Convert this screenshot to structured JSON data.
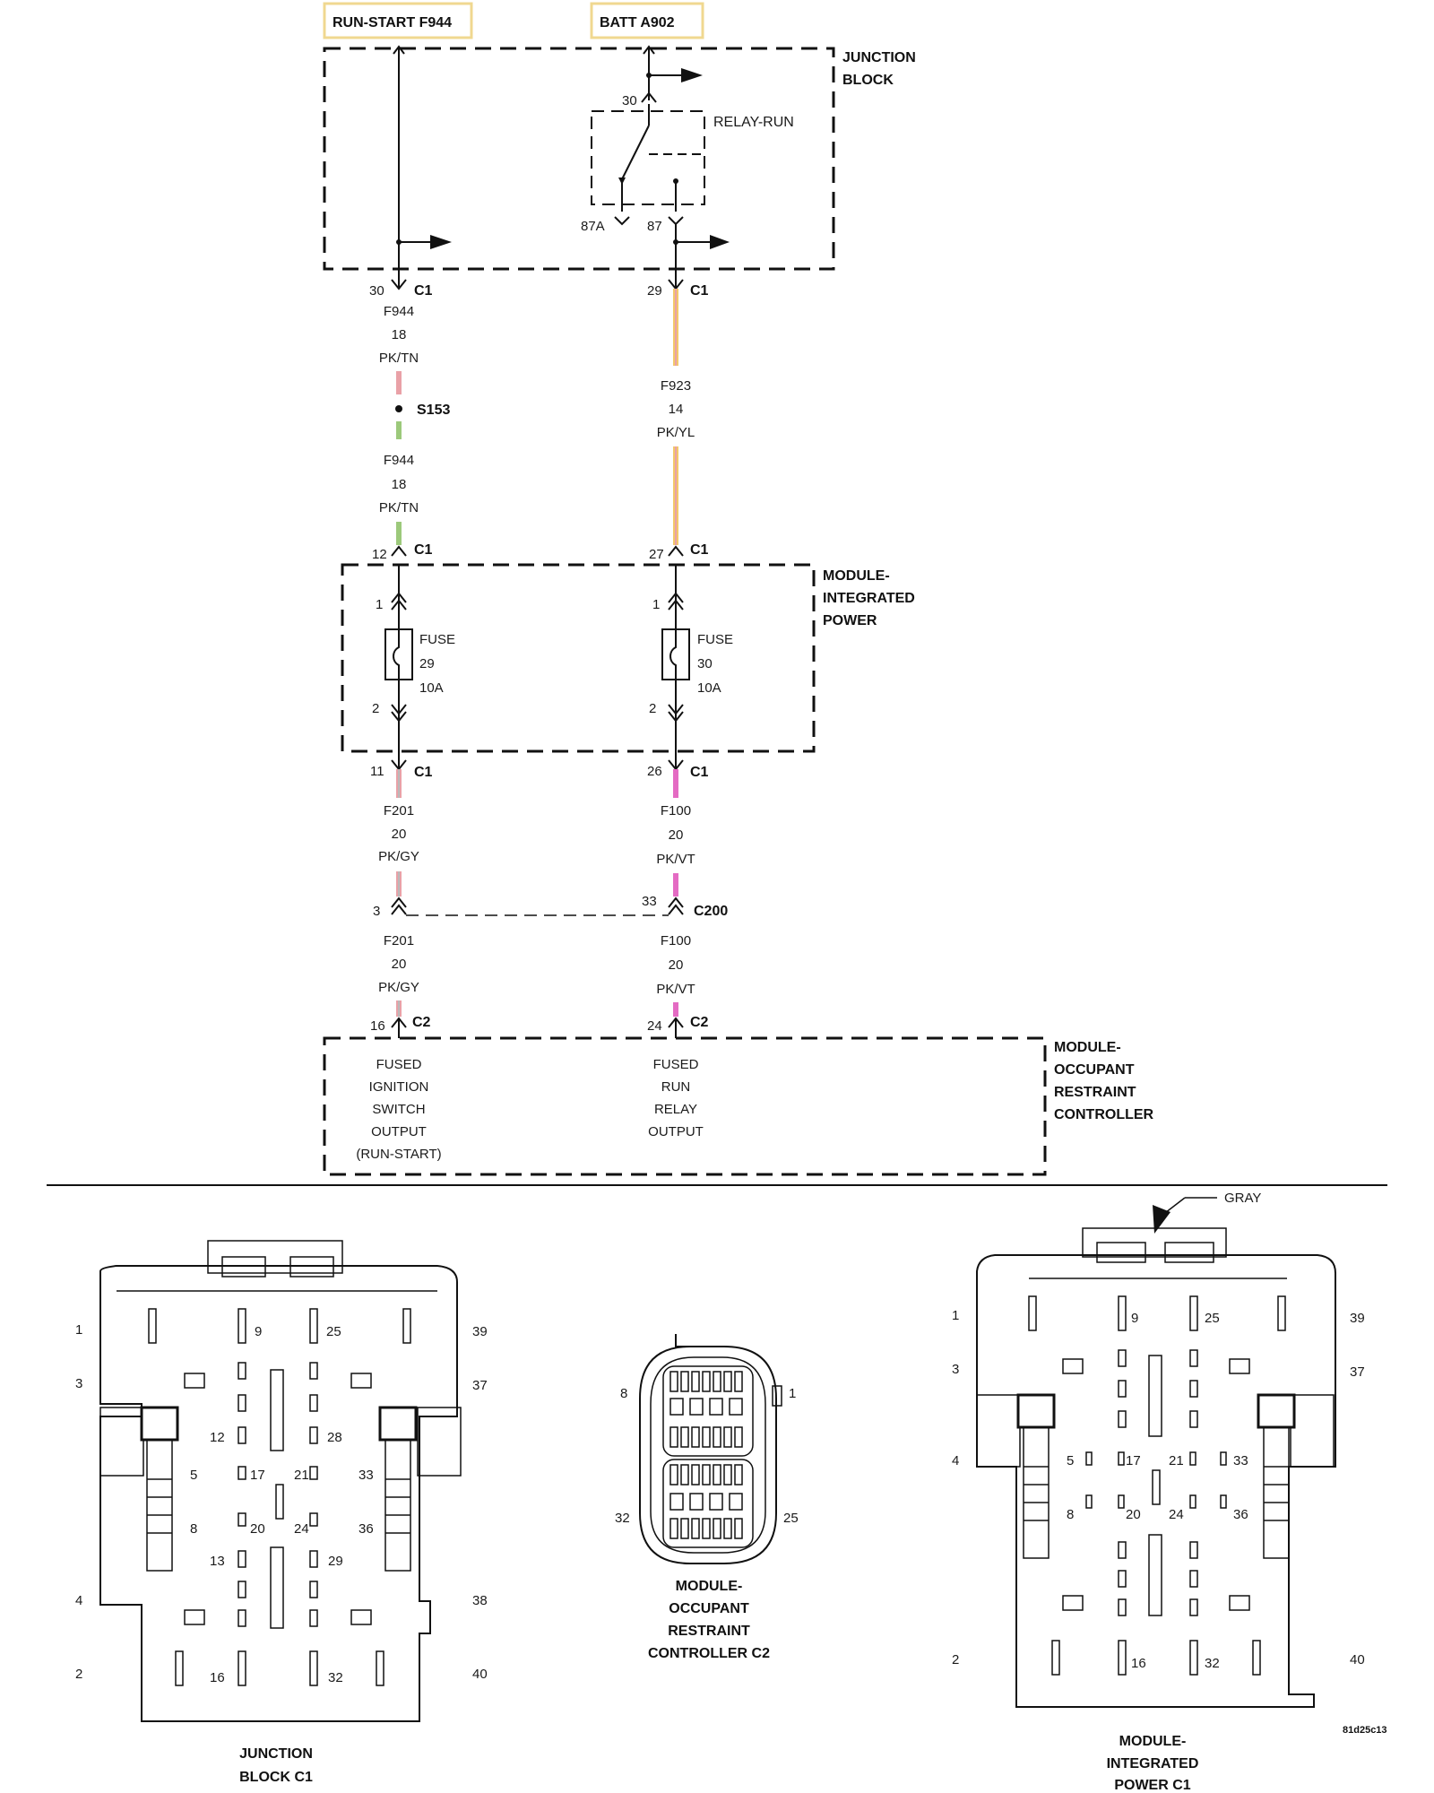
{
  "colors": {
    "source_box_border": "#f0d890",
    "pink": "#e9a1a7",
    "green": "#9cc97b",
    "yellow": "#f3c86a",
    "magenta": "#e46bc3",
    "gray": "#b9b9b9"
  },
  "sources": {
    "run_start": "RUN-START F944",
    "batt": "BATT A902"
  },
  "junction_block": {
    "title_line1": "JUNCTION",
    "title_line2": "BLOCK",
    "relay_label": "RELAY-RUN",
    "pin_30": "30",
    "pin_87a": "87A",
    "pin_87": "87"
  },
  "left_circuit": {
    "jb_pin": "30",
    "jb_conn": "C1",
    "wire1_circuit": "F944",
    "wire1_gauge": "18",
    "wire1_color": "PK/TN",
    "splice": "S153",
    "wire2_circuit": "F944",
    "wire2_gauge": "18",
    "wire2_color": "PK/TN",
    "mip_in_pin": "12",
    "mip_in_conn": "C1",
    "fuse_pin_in": "1",
    "fuse_label": "FUSE",
    "fuse_num": "29",
    "fuse_amp": "10A",
    "fuse_pin_out": "2",
    "mip_out_pin": "11",
    "mip_out_conn": "C1",
    "wire3_circuit": "F201",
    "wire3_gauge": "20",
    "wire3_color": "PK/GY",
    "c200_pin": "3",
    "wire4_circuit": "F201",
    "wire4_gauge": "20",
    "wire4_color": "PK/GY",
    "orc_pin": "16",
    "orc_conn": "C2"
  },
  "right_circuit": {
    "jb_pin": "29",
    "jb_conn": "C1",
    "wire1_circuit": "F923",
    "wire1_gauge": "14",
    "wire1_color": "PK/YL",
    "mip_in_pin": "27",
    "mip_in_conn": "C1",
    "fuse_pin_in": "1",
    "fuse_label": "FUSE",
    "fuse_num": "30",
    "fuse_amp": "10A",
    "fuse_pin_out": "2",
    "mip_out_pin": "26",
    "mip_out_conn": "C1",
    "wire3_circuit": "F100",
    "wire3_gauge": "20",
    "wire3_color": "PK/VT",
    "c200_pin": "33",
    "c200_label": "C200",
    "wire4_circuit": "F100",
    "wire4_gauge": "20",
    "wire4_color": "PK/VT",
    "orc_pin": "24",
    "orc_conn": "C2"
  },
  "mip": {
    "title_line1": "MODULE-",
    "title_line2": "INTEGRATED",
    "title_line3": "POWER"
  },
  "orc": {
    "title_line1": "MODULE-",
    "title_line2": "OCCUPANT",
    "title_line3": "RESTRAINT",
    "title_line4": "CONTROLLER",
    "left_func": [
      "FUSED",
      "IGNITION",
      "SWITCH",
      "OUTPUT",
      "(RUN-START)"
    ],
    "right_func": [
      "FUSED",
      "RUN",
      "RELAY",
      "OUTPUT"
    ]
  },
  "connectors": {
    "jb_c1": {
      "title_line1": "JUNCTION",
      "title_line2": "BLOCK C1",
      "pins": [
        "1",
        "9",
        "25",
        "39",
        "3",
        "37",
        "12",
        "28",
        "5",
        "17",
        "21",
        "33",
        "8",
        "20",
        "24",
        "36",
        "13",
        "29",
        "4",
        "38",
        "2",
        "16",
        "32",
        "40"
      ]
    },
    "orc_c2": {
      "title_line1": "MODULE-",
      "title_line2": "OCCUPANT",
      "title_line3": "RESTRAINT",
      "title_line4": "CONTROLLER C2",
      "pins": [
        "8",
        "1",
        "32",
        "25"
      ]
    },
    "mip_c1": {
      "gray_label": "GRAY",
      "title_line1": "MODULE-",
      "title_line2": "INTEGRATED",
      "title_line3": "POWER C1",
      "pins": [
        "1",
        "9",
        "25",
        "39",
        "3",
        "37",
        "4",
        "5",
        "17",
        "21",
        "33",
        "8",
        "20",
        "24",
        "36",
        "2",
        "16",
        "32",
        "40"
      ]
    }
  },
  "figure_id": "81d25c13"
}
